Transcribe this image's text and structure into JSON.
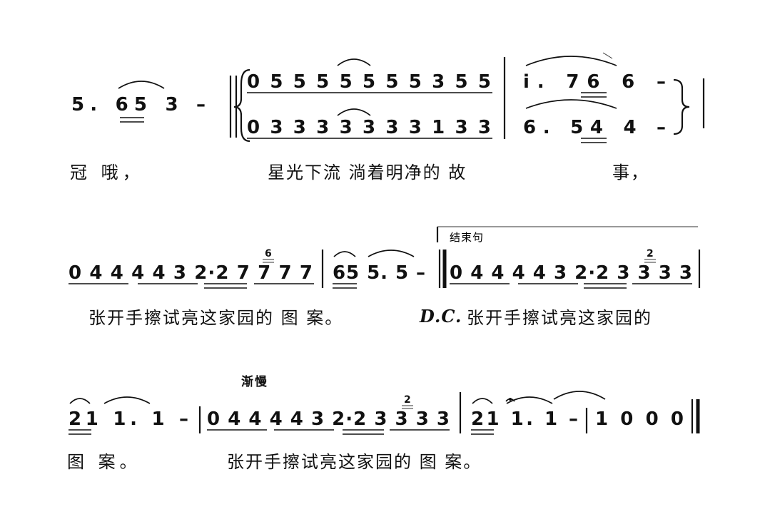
{
  "score": {
    "row1": {
      "intro": "5. 65 3 –",
      "upper_voice": "0 5 5 5 5 5 5 5 3 5 5",
      "lower_voice": "0 3 3 3 3 3 3 3 1 3 3",
      "upper_end": "i. 76 6 –",
      "lower_end": "6. 54 4 –"
    },
    "lyrics1": {
      "part_a": "冠 哦，",
      "part_b": "星光下流 淌着明净的 故",
      "part_c": "事，"
    },
    "row2": {
      "measure1": "0 4 4 4 4 3 2·2 7 7 7 7",
      "grace1": "6",
      "measure2": "65 5. 5 –",
      "ending_label": "结束句",
      "measure3": "0 4 4 4 4 3 2·2 3 3 3 3",
      "grace2": "2"
    },
    "lyrics2": {
      "part_a": "张开手擦试亮这家园的 图 案。",
      "dc": "D.C.",
      "part_b": "张开手擦试亮这家园的"
    },
    "row3": {
      "tempo_mark": "渐慢",
      "measure1": "21 1. 1 –",
      "measure2": "0 4 4 4 4 3 2·2 3 3 3 3",
      "grace": "2",
      "measure3": "21 1. 1 –",
      "measure4": "1 0 0 0"
    },
    "lyrics3": {
      "part_a": "图 案。",
      "part_b": "张开手擦试亮这家园的 图 案。"
    }
  }
}
